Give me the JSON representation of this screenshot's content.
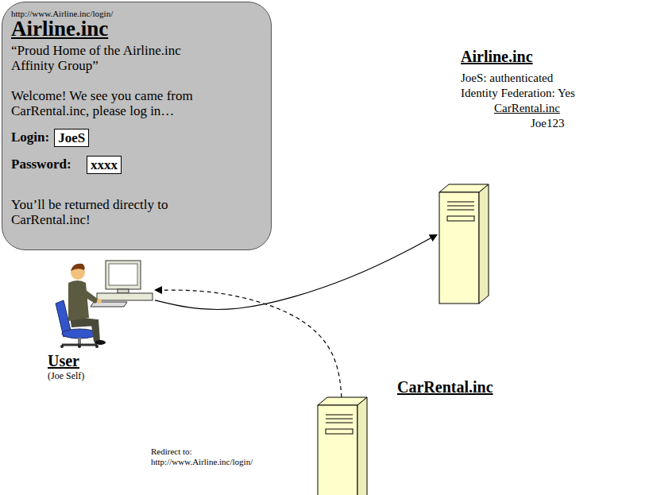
{
  "diagram": {
    "nodes": [
      {
        "text": [
          "http://www.Airline.inc/login/",
          "Airline.inc",
          "“Proud Home of the Airline.inc Affinity Group”",
          "Welcome! We see you came from CarRental.inc, please log in…",
          "Login:",
          "Password:",
          "You’ll be returned directly to CarRental.inc!"
        ]
      },
      {
        "text": [
          "JoeS"
        ],
        "in": 0
      },
      {
        "text": [
          "xxxx"
        ],
        "in": 0
      },
      {
        "text": [
          "Airline.inc",
          "JoeS: authenticated",
          "Identity Federation: Yes",
          "CarRental.inc",
          "Joe123"
        ]
      },
      {
        "text": [
          "User",
          "(Joe Self)"
        ]
      },
      {
        "text": [
          "CarRental.inc"
        ]
      }
    ],
    "edges": [
      {
        "from": 4,
        "to": 3,
        "arrow": "to"
      },
      {
        "from": 5,
        "to": 4,
        "arrow": "to",
        "label": "Redirect to: http://www.Airline.inc/login/"
      }
    ]
  }
}
